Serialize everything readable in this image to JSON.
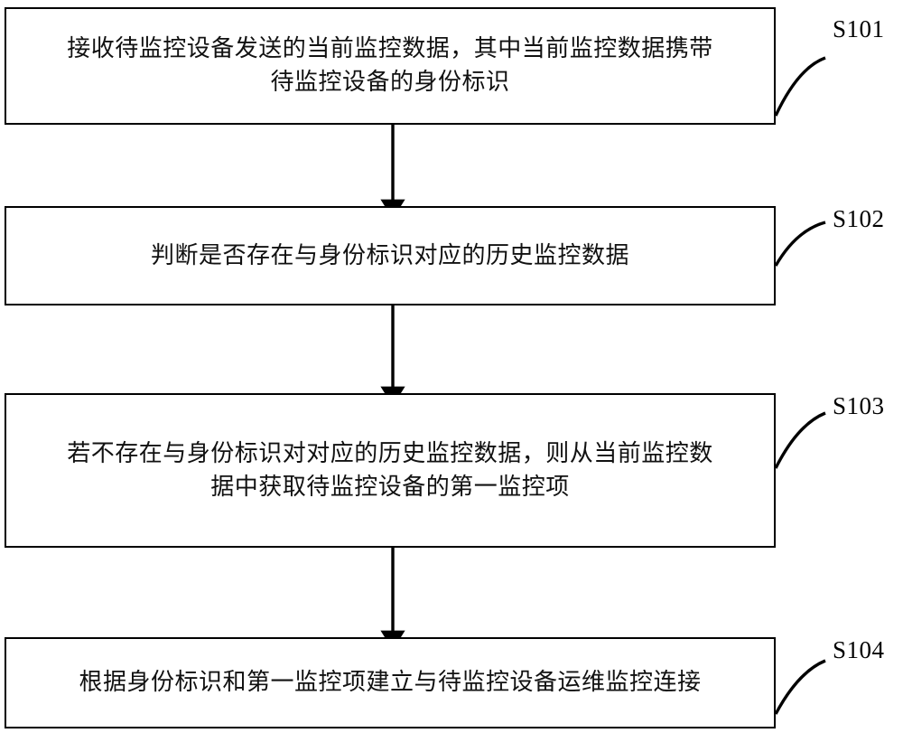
{
  "diagram": {
    "type": "flowchart",
    "orientation": "vertical",
    "background_color": "#ffffff",
    "line_color": "#000000",
    "steps": [
      {
        "id": "S101",
        "label": "S101",
        "text": "接收待监控设备发送的当前监控数据，其中当前监控数据携带待监控设备的身份标识"
      },
      {
        "id": "S102",
        "label": "S102",
        "text": "判断是否存在与身份标识对应的历史监控数据"
      },
      {
        "id": "S103",
        "label": "S103",
        "text": "若不存在与身份标识对对应的历史监控数据，则从当前监控数据中获取待监控设备的第一监控项"
      },
      {
        "id": "S104",
        "label": "S104",
        "text": "根据身份标识和第一监控项建立与待监控设备运维监控连接"
      }
    ],
    "connectors": [
      {
        "from": "S101",
        "to": "S102",
        "style": "solid-arrow-down"
      },
      {
        "from": "S102",
        "to": "S103",
        "style": "solid-arrow-down"
      },
      {
        "from": "S103",
        "to": "S104",
        "style": "solid-arrow-down"
      }
    ]
  }
}
